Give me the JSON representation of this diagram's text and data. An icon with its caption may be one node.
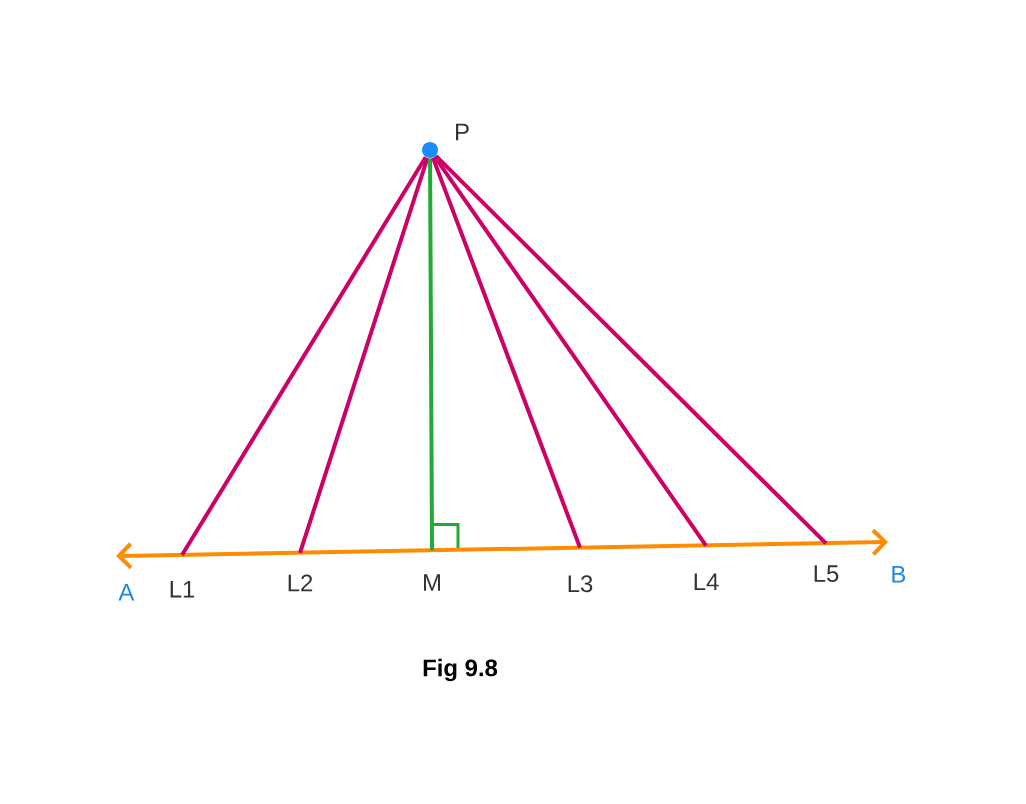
{
  "diagram": {
    "caption": "Fig 9.8",
    "nodes": [
      {
        "text": [],
        "shape": "circle",
        "beside": [
          "P"
        ]
      },
      {
        "text": [
          "A"
        ]
      },
      {
        "text": [
          "L1"
        ]
      },
      {
        "text": [
          "L2"
        ]
      },
      {
        "text": [
          "M"
        ]
      },
      {
        "text": [
          "L3"
        ]
      },
      {
        "text": [
          "L4"
        ]
      },
      {
        "text": [
          "L5"
        ]
      },
      {
        "text": [
          "B"
        ]
      }
    ],
    "edges": [
      {
        "from": 1,
        "to": 8,
        "arrow": "both",
        "color": "#ff8c00"
      },
      {
        "from": 0,
        "to": 2,
        "arrow": "none"
      },
      {
        "from": 0,
        "to": 3,
        "arrow": "none"
      },
      {
        "from": 0,
        "to": 4,
        "arrow": "none",
        "color": "#22aa33"
      },
      {
        "from": 0,
        "to": 5,
        "arrow": "none"
      },
      {
        "from": 0,
        "to": 6,
        "arrow": "none"
      },
      {
        "from": 0,
        "to": 7,
        "arrow": "none"
      }
    ]
  }
}
